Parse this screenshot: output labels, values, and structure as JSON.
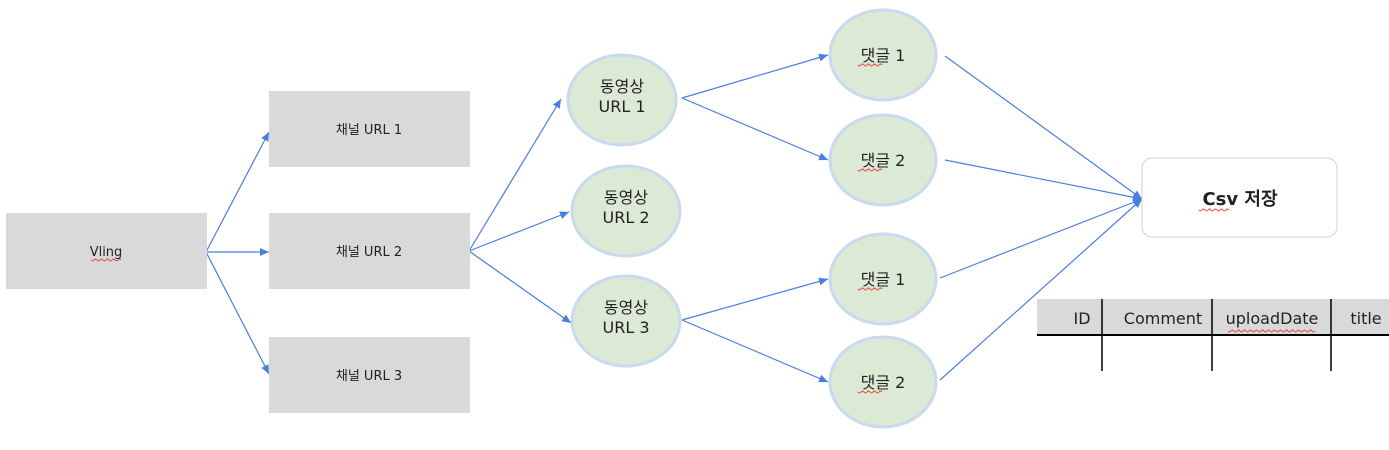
{
  "root": {
    "label": "Vling"
  },
  "channels": [
    {
      "label": "채널 URL 1"
    },
    {
      "label": "채널 URL 2"
    },
    {
      "label": "채널 URL 3"
    }
  ],
  "videos": [
    {
      "line1": "동영상",
      "line2": "URL 1"
    },
    {
      "line1": "동영상",
      "line2": "URL 2"
    },
    {
      "line1": "동영상",
      "line2": "URL 3"
    }
  ],
  "comments": [
    {
      "label": "댓글 1"
    },
    {
      "label": "댓글 2"
    },
    {
      "label": "댓글 1"
    },
    {
      "label": "댓글 2"
    }
  ],
  "save": {
    "label": "Csv 저장"
  },
  "table": {
    "headers": [
      "ID",
      "Comment",
      "uploadDate",
      "title"
    ]
  },
  "colors": {
    "arrow": "#4a7fdf",
    "rect_fill": "#d9d9d9",
    "circle_fill": "#dce9d5",
    "circle_stroke": "#c9d9f0",
    "table_header_fill": "#d9d9d9"
  }
}
